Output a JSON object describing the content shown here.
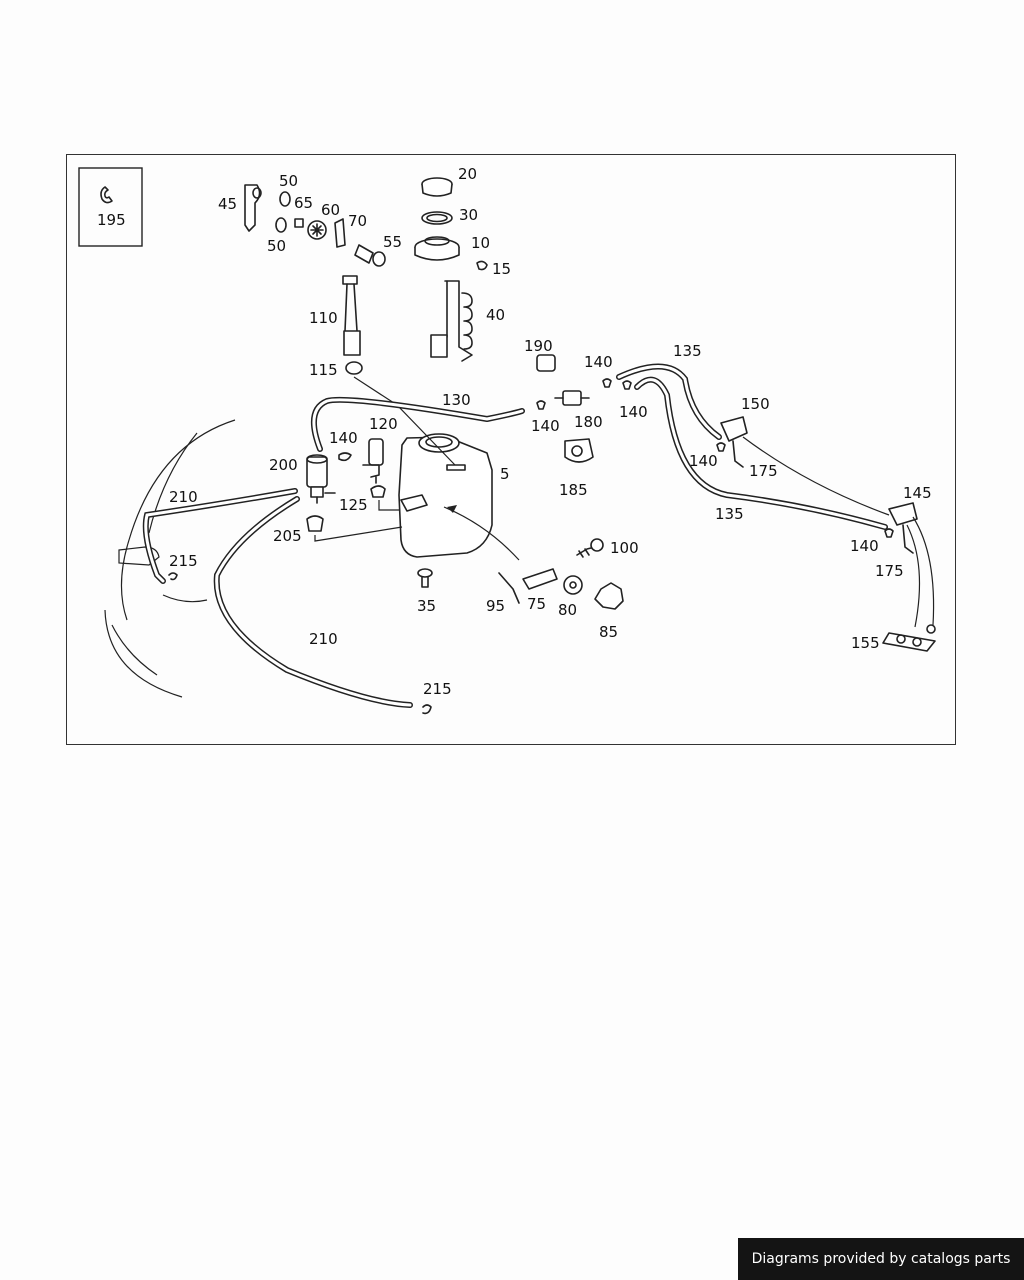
{
  "diagram": {
    "inset_label": "195",
    "labels": {
      "p5": "5",
      "p10": "10",
      "p15": "15",
      "p20": "20",
      "p30": "30",
      "p35": "35",
      "p40": "40",
      "p45": "45",
      "p50a": "50",
      "p50b": "50",
      "p55": "55",
      "p60": "60",
      "p65": "65",
      "p70": "70",
      "p75": "75",
      "p80": "80",
      "p85": "85",
      "p95": "95",
      "p100": "100",
      "p110": "110",
      "p115": "115",
      "p120": "120",
      "p125": "125",
      "p130": "130",
      "p135a": "135",
      "p135b": "135",
      "p140a": "140",
      "p140b": "140",
      "p140c": "140",
      "p140d": "140",
      "p140e": "140",
      "p140f": "140",
      "p145": "145",
      "p150": "150",
      "p155": "155",
      "p175a": "175",
      "p175b": "175",
      "p180": "180",
      "p185": "185",
      "p190": "190",
      "p200": "200",
      "p205": "205",
      "p210a": "210",
      "p210b": "210",
      "p215a": "215",
      "p215b": "215"
    }
  },
  "footer": {
    "text": "Diagrams provided by catalogs parts"
  }
}
